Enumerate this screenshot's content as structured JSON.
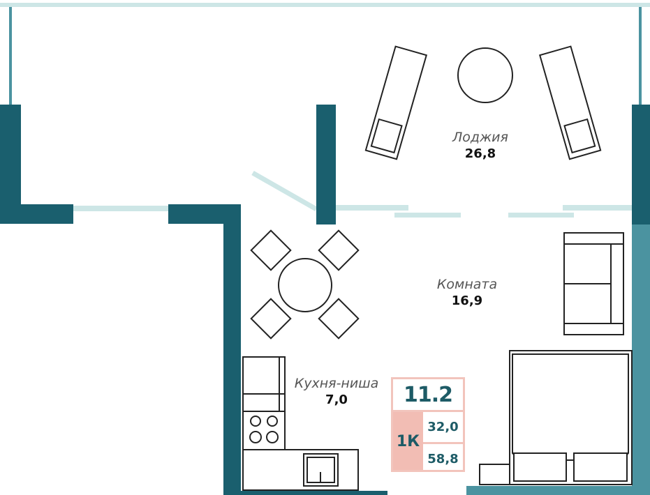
{
  "rooms": [
    {
      "name": "Лоджия",
      "area": "26,8"
    },
    {
      "name": "Комната",
      "area": "16,9"
    },
    {
      "name": "Кухня-ниша",
      "area": "7,0"
    }
  ],
  "info": {
    "apartment_number": "11.2",
    "type": "1К",
    "living_area": "32,0",
    "total_area": "58,8"
  },
  "colors": {
    "wall": "#1a5f6e",
    "wall_light": "#4b93a0",
    "window": "#cde6e6",
    "accent": "#f2bdb4"
  }
}
